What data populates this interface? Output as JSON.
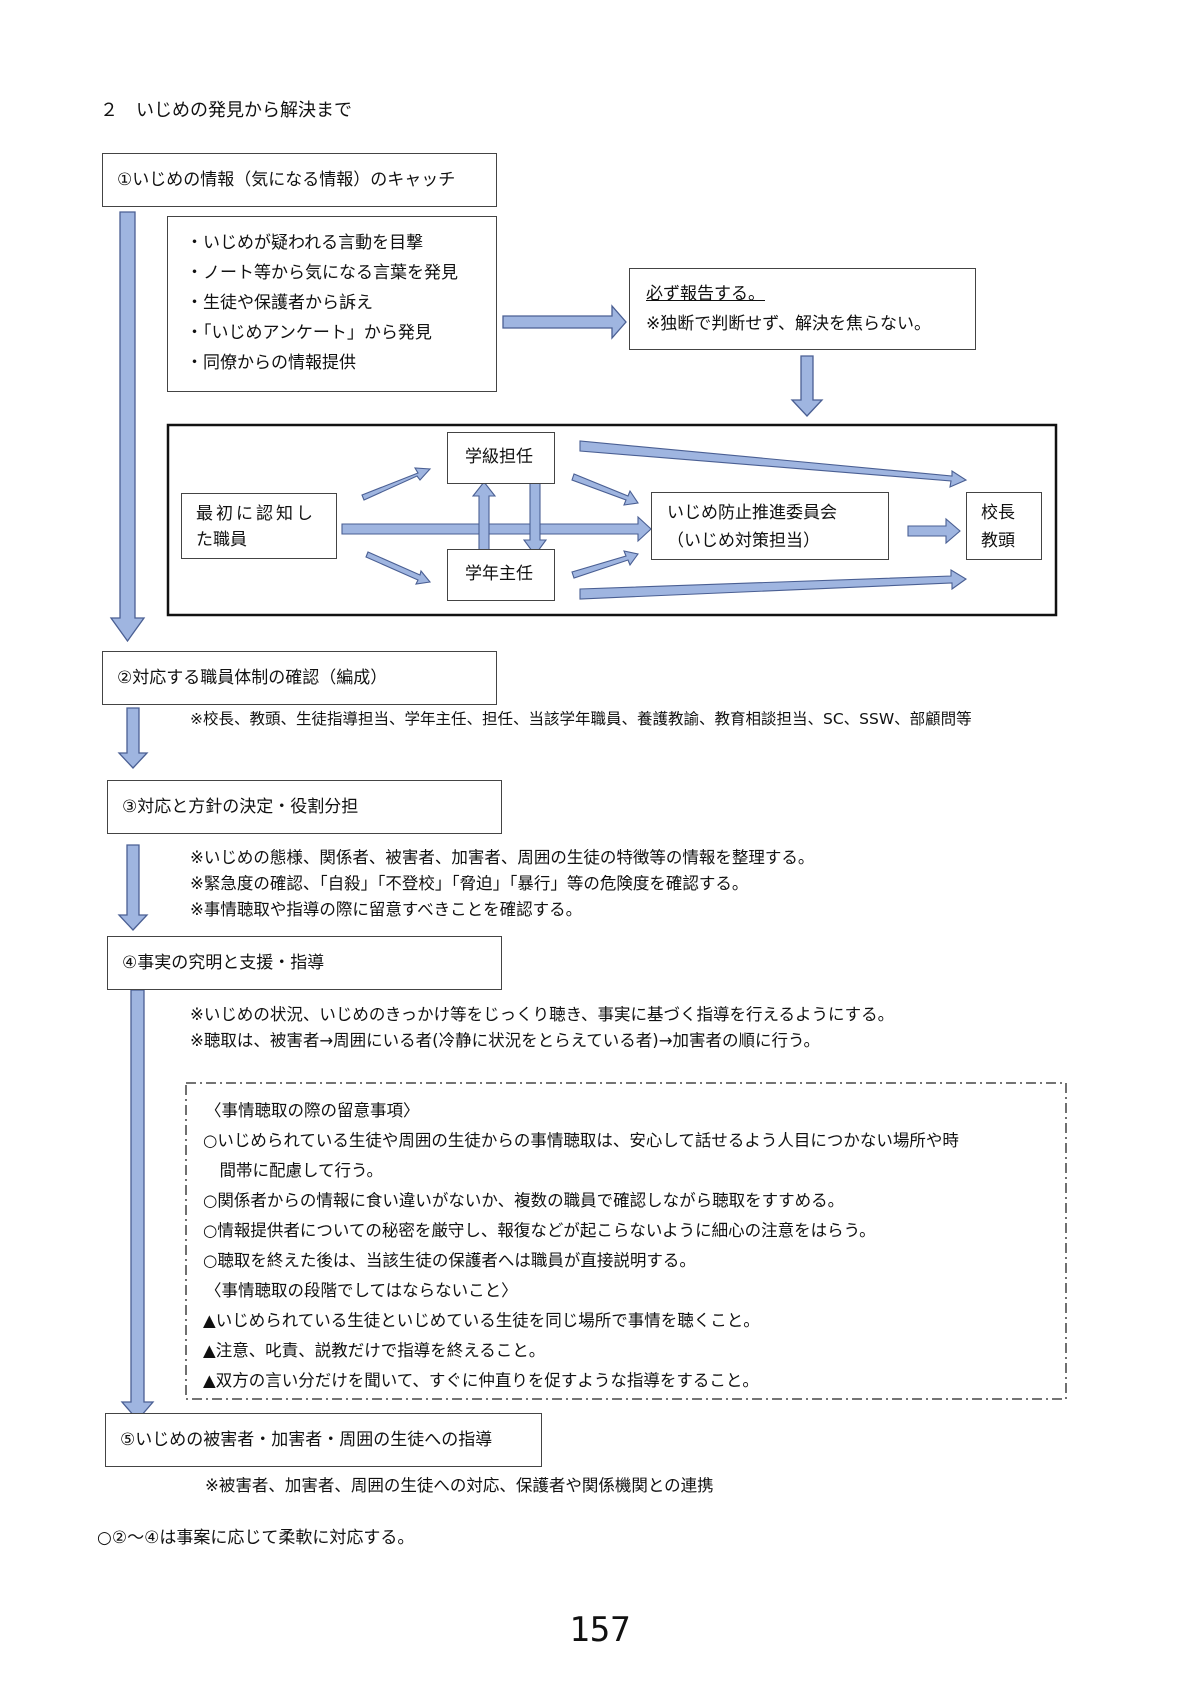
{
  "section_title": "２　いじめの発見から解決まで",
  "step1": {
    "label": "①いじめの情報（気になる情報）のキャッチ"
  },
  "triggers": [
    "・いじめが疑われる言動を目撃",
    "・ノート等から気になる言葉を発見",
    "・生徒や保護者から訴え",
    "・「いじめアンケート」から発見",
    "・同僚からの情報提供"
  ],
  "report_box": {
    "line1": "必ず報告する。",
    "line2": "※独断で判断せず、解決を焦らない。"
  },
  "flow": {
    "first_staff_1": "最初に認知し",
    "first_staff_2": "た職員",
    "homeroom": "学級担任",
    "grade_head": "学年主任",
    "committee_1": "いじめ防止推進委員会",
    "committee_2": "（いじめ対策担当）",
    "principal_1": "校長",
    "principal_2": "教頭"
  },
  "step2": {
    "label": "②対応する職員体制の確認（編成）",
    "note": "※校長、教頭、生徒指導担当、学年主任、担任、当該学年職員、養護教諭、教育相談担当、SC、SSW、部顧問等"
  },
  "step3": {
    "label": "③対応と方針の決定・役割分担",
    "notes": [
      "※いじめの態様、関係者、被害者、加害者、周囲の生徒の特徴等の情報を整理する。",
      "※緊急度の確認、「自殺」「不登校」「脅迫」「暴行」等の危険度を確認する。",
      "※事情聴取や指導の際に留意すべきことを確認する。"
    ]
  },
  "step4": {
    "label": "④事実の究明と支援・指導",
    "notes": [
      "※いじめの状況、いじめのきっかけ等をじっくり聴き、事実に基づく指導を行えるようにする。",
      "※聴取は、被害者→周囲にいる者(冷静に状況をとらえている者)→加害者の順に行う。"
    ]
  },
  "caution": {
    "heading1": "〈事情聴取の際の留意事項〉",
    "items1": [
      "○いじめられている生徒や周囲の生徒からの事情聴取は、安心して話せるよう人目につかない場所や時",
      "　間帯に配慮して行う。",
      "○関係者からの情報に食い違いがないか、複数の職員で確認しながら聴取をすすめる。",
      "○情報提供者についての秘密を厳守し、報復などが起こらないように細心の注意をはらう。",
      "○聴取を終えた後は、当該生徒の保護者へは職員が直接説明する。"
    ],
    "heading2": "〈事情聴取の段階でしてはならないこと〉",
    "items2": [
      "▲いじめられている生徒といじめている生徒を同じ場所で事情を聴くこと。",
      "▲注意、叱責、説教だけで指導を終えること。",
      "▲双方の言い分だけを聞いて、すぐに仲直りを促すような指導をすること。"
    ]
  },
  "step5": {
    "label": "⑤いじめの被害者・加害者・周囲の生徒への指導",
    "note": "※被害者、加害者、周囲の生徒への対応、保護者や関係機関との連携"
  },
  "footer_note": "○②～④は事案に応じて柔軟に対応する。",
  "page_number": "157",
  "colors": {
    "arrow_fill": "#9fb5e0",
    "arrow_stroke": "#4a5f93",
    "border": "#444444"
  }
}
